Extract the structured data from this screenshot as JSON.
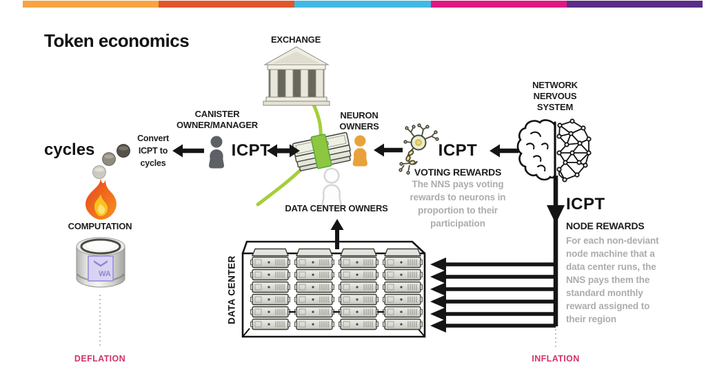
{
  "header": {
    "title": "Token economics",
    "top_bar_colors": [
      "#F7A440",
      "#E1562C",
      "#41BAE3",
      "#E01782",
      "#5B2C87"
    ]
  },
  "nodes": {
    "exchange": {
      "label": "EXCHANGE",
      "icon": "bank-icon"
    },
    "canister_owner": {
      "label": "CANISTER\nOWNER/MANAGER",
      "icon": "person-icon"
    },
    "neuron_owners": {
      "label": "NEURON\nOWNERS",
      "icon": "person-icon"
    },
    "network_nervous_system": {
      "label": "NETWORK\nNERVOUS\nSYSTEM",
      "icon": "brain-network-icon"
    },
    "data_center_owners": {
      "label": "DATA CENTER OWNERS",
      "icon": "person-outline-icon"
    },
    "data_center": {
      "label": "DATA CENTER",
      "icon": "server-rack-icon"
    },
    "computation": {
      "label": "COMPUTATION",
      "icon": "flame-icon"
    },
    "canister": {
      "badge": "WA",
      "icon": "canister-cylinder-icon"
    },
    "money": {
      "icon": "banknote-stack-icon"
    },
    "neuron": {
      "icon": "neuron-cell-icon"
    },
    "coins": {
      "icon": "cycles-coins-icon"
    }
  },
  "flows": {
    "cycles_label": "cycles",
    "convert_label": "Convert\nICPT to\ncycles",
    "icpt_exchange": "ICPT",
    "icpt_voting": "ICPT",
    "icpt_node": "ICPT"
  },
  "voting_rewards": {
    "title": "VOTING REWARDS",
    "body": "The NNS pays voting\nrewards to neurons in\nproportion to their\nparticipation"
  },
  "node_rewards": {
    "title": "NODE REWARDS",
    "body": "For each non-deviant\nnode machine that a\ndata center runs, the\nNNS pays them the\nstandard monthly\nreward assigned to\ntheir region"
  },
  "footer": {
    "deflation": "DEFLATION",
    "inflation": "INFLATION",
    "accent_color": "#D23368"
  },
  "colors": {
    "flow_green": "#A6CE39",
    "neuron_owner_orange": "#E9A23B",
    "canister_owner_gray": "#5D6065"
  }
}
